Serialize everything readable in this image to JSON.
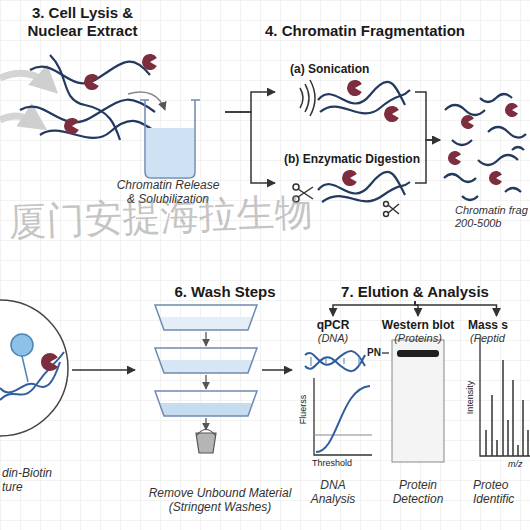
{
  "diagram": {
    "nodes": [
      {
        "text": [
          "3. Cell Lysis & Nuclear Extract",
          "Chromatin Release & Solubilization"
        ]
      },
      {
        "text": [
          "4. Chromatin Fragmentation"
        ]
      },
      {
        "text": [
          "(a) Sonication"
        ],
        "in": 1
      },
      {
        "text": [
          "(b) Enzymatic Digestion"
        ],
        "in": 1
      },
      {
        "text": [
          "Chromatin frag 200-500b"
        ]
      },
      {
        "text": [
          "din-Biotin ture"
        ]
      },
      {
        "text": [
          "6. Wash Steps",
          "Remove Unbound Material (Stringent Washes)"
        ]
      },
      {
        "text": [
          "7. Elution & Analysis"
        ]
      },
      {
        "text": [
          "qPCR",
          "(DNA)",
          "DNA Analysis"
        ],
        "in": 7
      },
      {
        "text": [
          "Western blot",
          "(Proteins)",
          "Protein Detection"
        ],
        "in": 7
      },
      {
        "text": [
          "Mass s",
          "(Peptid",
          "Proteo Identific"
        ],
        "in": 7
      }
    ],
    "edges": [
      {
        "from": 0,
        "to": 2,
        "arrow": "to"
      },
      {
        "from": 0,
        "to": 3,
        "arrow": "to"
      },
      {
        "from": 2,
        "to": 4,
        "arrow": "to"
      },
      {
        "from": 3,
        "to": 4,
        "arrow": "to"
      },
      {
        "from": 5,
        "to": 6,
        "arrow": "to"
      },
      {
        "from": 6,
        "to": 7,
        "arrow": "to"
      },
      {
        "from": 7,
        "to": 8,
        "arrow": "to"
      },
      {
        "from": 7,
        "to": 9,
        "arrow": "to"
      },
      {
        "from": 7,
        "to": 10,
        "arrow": "to"
      }
    ],
    "labels": [
      "厦门安提海拉生物",
      "Fluerss",
      "Threshold",
      "PN",
      "Intensity",
      "m/z"
    ]
  }
}
